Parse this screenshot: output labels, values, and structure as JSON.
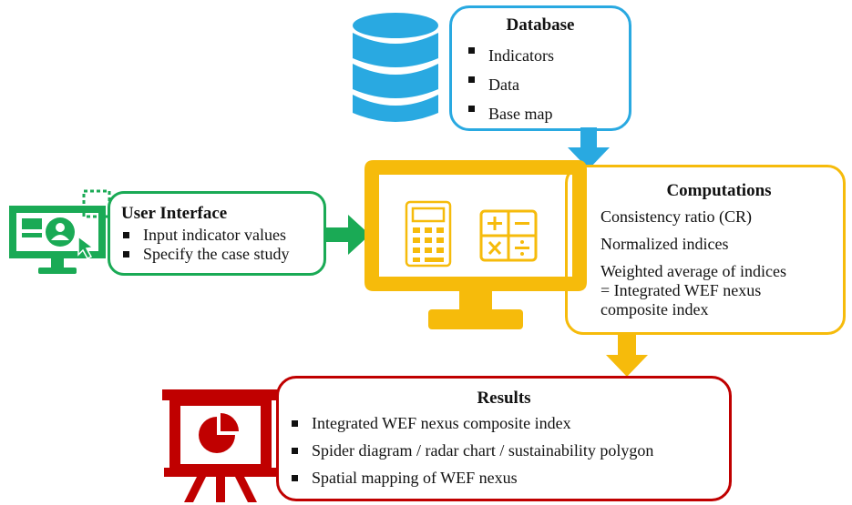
{
  "database": {
    "title": "Database",
    "items": [
      "Indicators",
      "Data",
      "Base map"
    ],
    "icon": "database-cylinder-icon",
    "color": "#29a9e1"
  },
  "user_interface": {
    "title": "User Interface",
    "items": [
      "Input indicator values",
      "Specify the case study"
    ],
    "icon": "user-screen-icon",
    "color": "#1aaa55"
  },
  "computations": {
    "title": "Computations",
    "items": [
      "Consistency ratio (CR)",
      "Normalized indices",
      "Weighted average of indices",
      "= Integrated WEF nexus",
      "composite index"
    ],
    "icon": "calculator-monitor-icon",
    "color": "#f6bb0b"
  },
  "results": {
    "title": "Results",
    "items": [
      "Integrated WEF nexus composite index",
      "Spider diagram / radar chart / sustainability polygon",
      "Spatial mapping of WEF nexus"
    ],
    "icon": "presentation-pie-chart-icon",
    "color": "#c00000"
  }
}
